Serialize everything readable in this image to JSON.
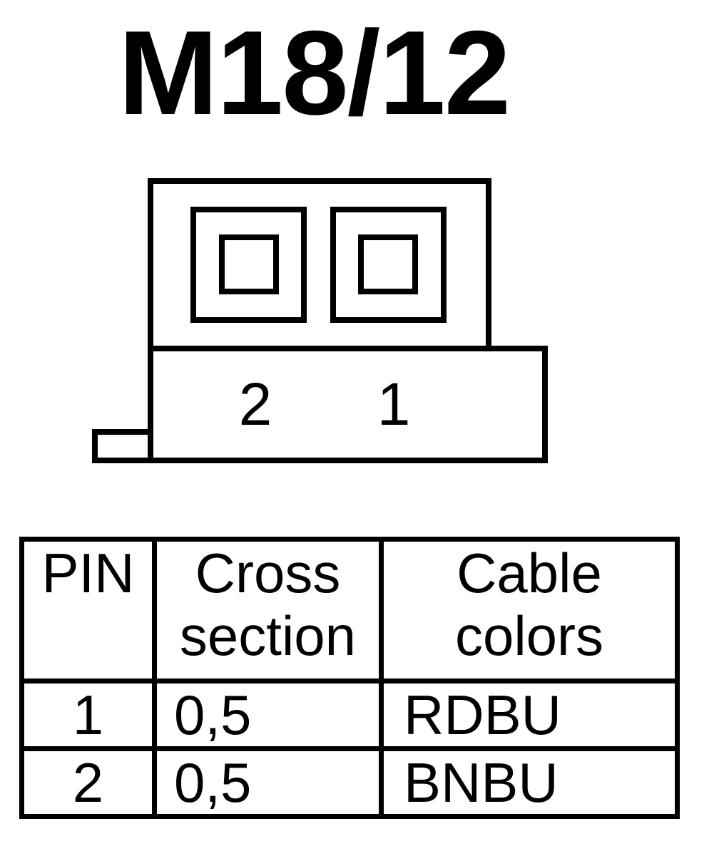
{
  "title": "M18/12",
  "connector": {
    "pin_labels": [
      "2",
      "1"
    ]
  },
  "table": {
    "headers": [
      [
        "PIN"
      ],
      [
        "Cross",
        "section"
      ],
      [
        "Cable",
        "colors"
      ]
    ],
    "rows": [
      {
        "pin": "1",
        "cross_section": "0,5",
        "cable_color": "RDBU"
      },
      {
        "pin": "2",
        "cross_section": "0,5",
        "cable_color": "BNBU"
      }
    ]
  }
}
